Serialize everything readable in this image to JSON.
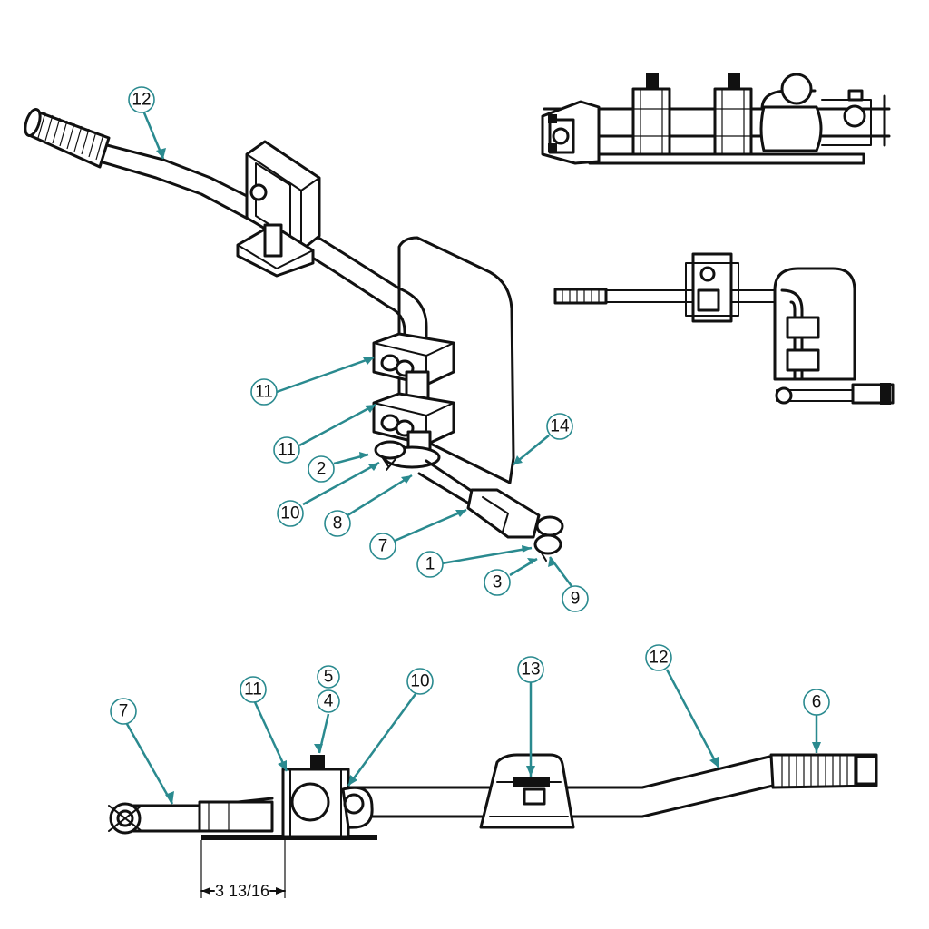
{
  "callouts": {
    "iso_12": "12",
    "iso_11a": "11",
    "iso_11b": "11",
    "iso_2": "2",
    "iso_10": "10",
    "iso_8": "8",
    "iso_7": "7",
    "iso_1": "1",
    "iso_3": "3",
    "iso_9": "9",
    "iso_14": "14",
    "side_7": "7",
    "side_11": "11",
    "side_5": "5",
    "side_4": "4",
    "side_10": "10",
    "side_13": "13",
    "side_12": "12",
    "side_6": "6"
  },
  "dimension": {
    "label": "3 13/16"
  }
}
